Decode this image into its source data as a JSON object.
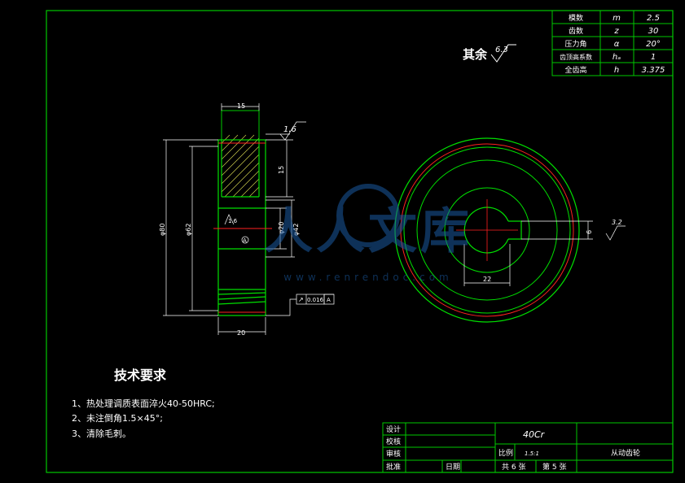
{
  "gear_params": {
    "rows": [
      {
        "name": "模数",
        "symbol": "m",
        "value": "2.5"
      },
      {
        "name": "齿数",
        "symbol": "z",
        "value": "30"
      },
      {
        "name": "压力角",
        "symbol": "α",
        "value": "20°"
      },
      {
        "name": "齿顶高系数",
        "symbol": "hₐ",
        "value": "1"
      },
      {
        "name": "全齿高",
        "symbol": "h",
        "value": "3.375"
      }
    ]
  },
  "surface_finish": {
    "other_label": "其余",
    "other_value": "6.3",
    "face_value": "1.6",
    "bore_value": "1.6",
    "keyway_value": "3.2"
  },
  "dimensions": {
    "hub_width_top": "15",
    "face_width": "20",
    "key_depth": "15",
    "dia_outer": "φ80",
    "dia_root": "φ62",
    "dia_bore": "φ20",
    "dia_hub": "φ42",
    "keyway_width": "22",
    "keyway_height": "6",
    "tolerance_value": "0.016",
    "tolerance_datum": "A",
    "datum_label": "A"
  },
  "tech_requirements": {
    "title": "技术要求",
    "items": [
      "1、热处理调质表面淬火40-50HRC;",
      "2、未注倒角1.5×45°;",
      "3、清除毛刺。"
    ]
  },
  "title_block": {
    "designer_label": "设计",
    "checker_label": "校核",
    "reviewer_label": "审核",
    "approver_label": "批准",
    "date_label": "日期",
    "material": "40Cr",
    "scale_label": "比例",
    "scale_value": "1.5:1",
    "part_name": "从动齿轮",
    "sheets_total": "共 6 张",
    "sheet_number": "第 5 张"
  },
  "watermark": {
    "brand": "人人文库",
    "url": "www.renrendoc.com"
  },
  "colors": {
    "border": "#00c800",
    "gear_red": "#ff2020",
    "gear_green": "#00e000",
    "hatch_yellow": "#d8d850",
    "dim_white": "#ffffff",
    "watermark_blue": "#1a5aa0"
  }
}
